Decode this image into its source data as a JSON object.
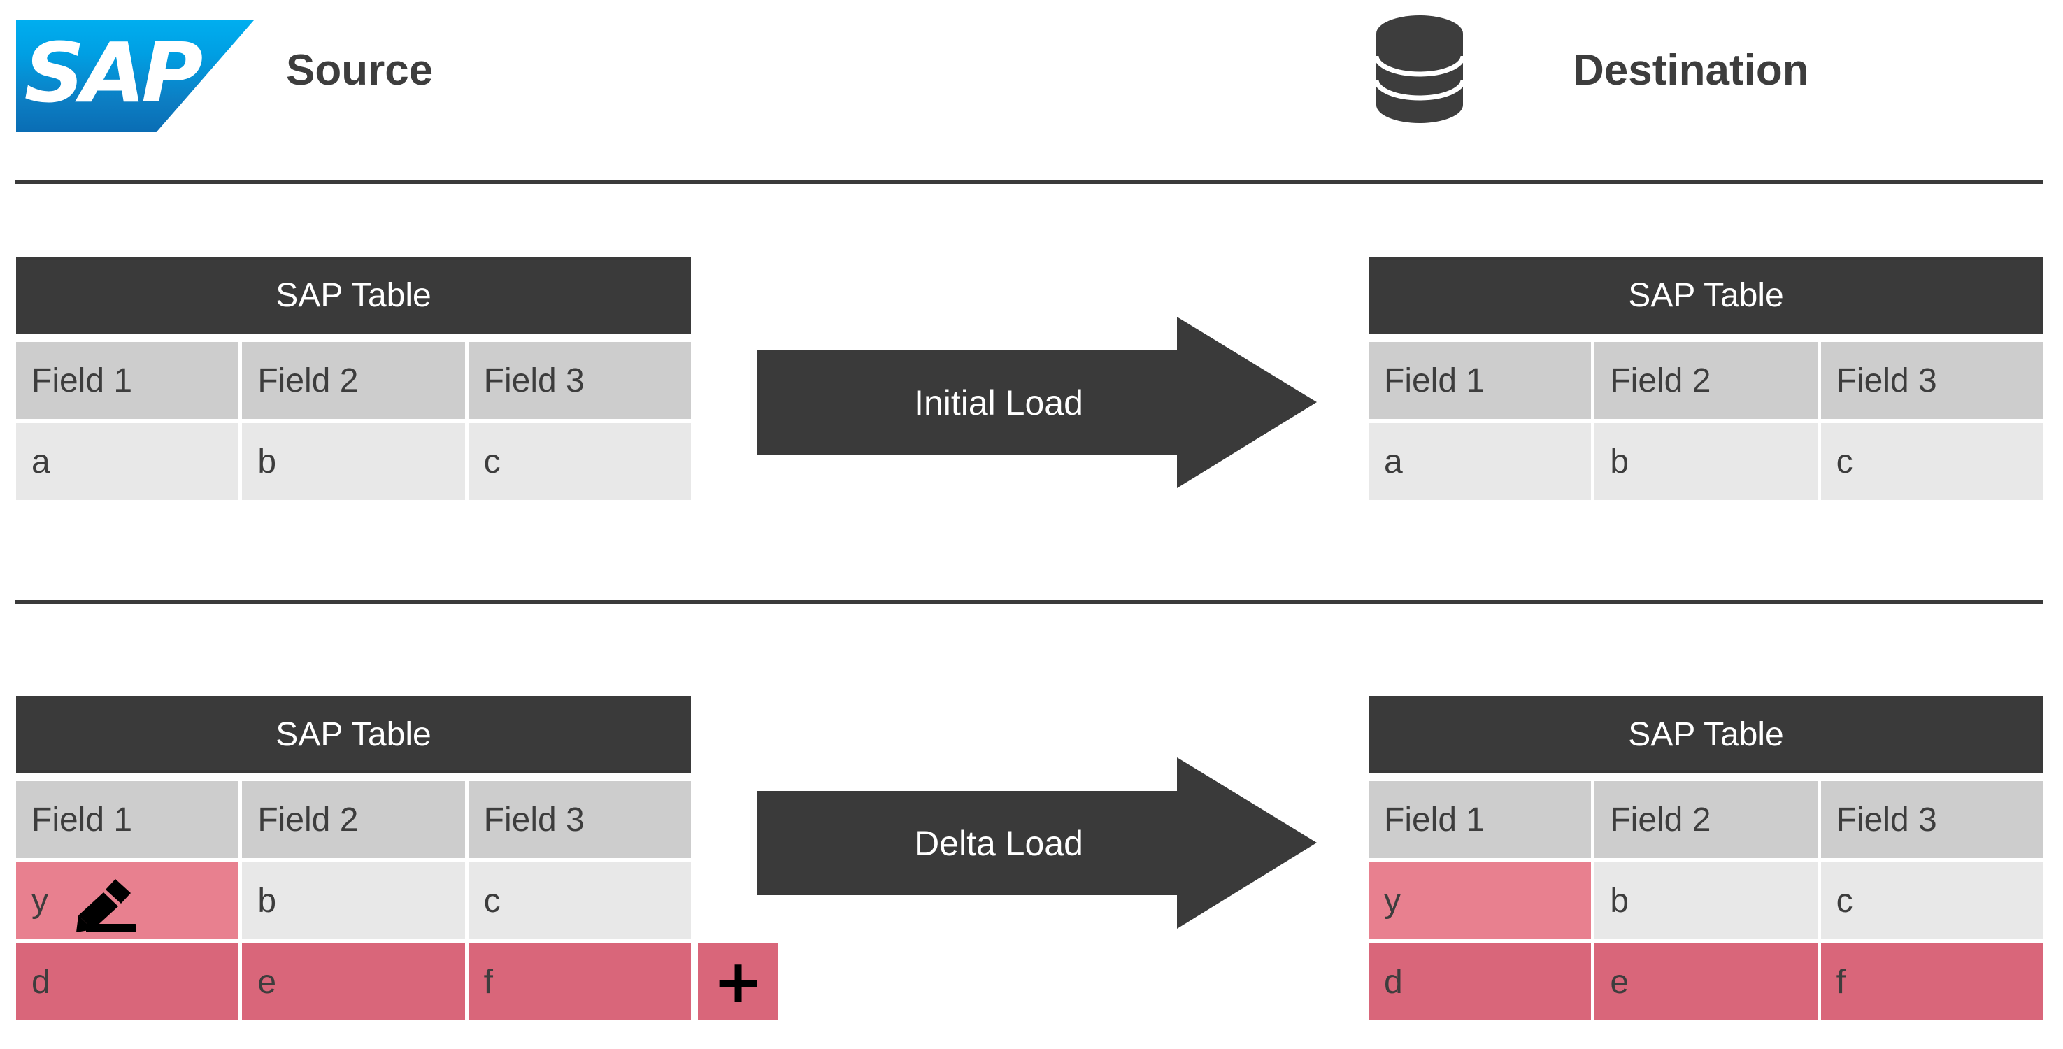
{
  "header": {
    "source": {
      "logo_text": "SAP",
      "label": "Source",
      "logo_icon": "sap-logo"
    },
    "destination": {
      "label": "Destination",
      "icon": "database-stack-icon"
    }
  },
  "colors": {
    "dark": "#3a3a3a",
    "header_cell": "#cdcdcd",
    "data_cell": "#e8e8e8",
    "changed_row": "#e8808f",
    "new_row": "#d9667a",
    "sap_blue": "#009fe3",
    "text": "#3d3d3d"
  },
  "tables": {
    "source_initial": {
      "title": "SAP Table",
      "columns": [
        "Field 1",
        "Field 2",
        "Field 3"
      ],
      "rows": [
        [
          "a",
          "b",
          "c"
        ]
      ]
    },
    "destination_initial": {
      "title": "SAP Table",
      "columns": [
        "Field 1",
        "Field 2",
        "Field 3"
      ],
      "rows": [
        [
          "a",
          "b",
          "c"
        ]
      ]
    },
    "source_delta": {
      "title": "SAP Table",
      "columns": [
        "Field 1",
        "Field 2",
        "Field 3"
      ],
      "rows": [
        [
          "y",
          "b",
          "c"
        ],
        [
          "d",
          "e",
          "f"
        ]
      ],
      "edit_icon": "pencil-edit-icon",
      "add_button_label": "+"
    },
    "destination_delta": {
      "title": "SAP Table",
      "columns": [
        "Field 1",
        "Field 2",
        "Field 3"
      ],
      "rows": [
        [
          "y",
          "b",
          "c"
        ],
        [
          "d",
          "e",
          "f"
        ]
      ]
    }
  },
  "arrows": {
    "initial": {
      "label": "Initial Load",
      "direction": "right"
    },
    "delta": {
      "label": "Delta Load",
      "direction": "right"
    }
  }
}
